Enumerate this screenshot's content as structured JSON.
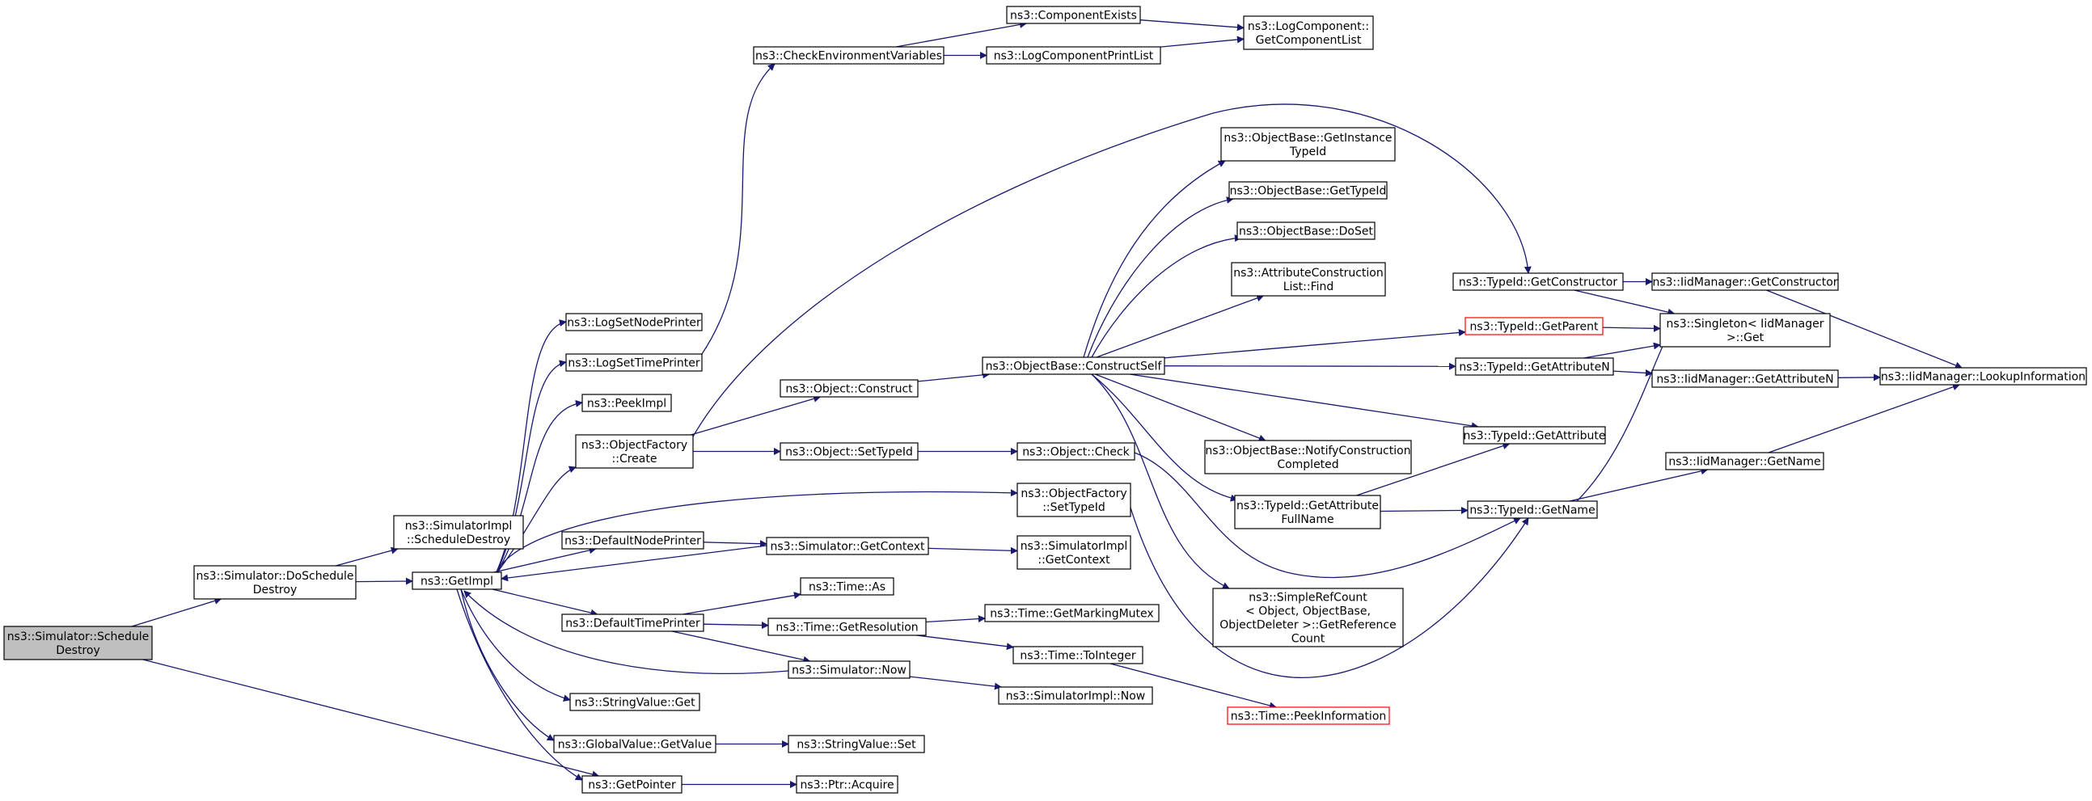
{
  "colors": {
    "edge": "#191970",
    "node_border": "#000000",
    "root_fill": "#bfbfbf",
    "warn_border": "#ff0000"
  },
  "nodes": {
    "schedule_destroy": [
      "ns3::Simulator::Schedule",
      "Destroy"
    ],
    "do_schedule_destroy": [
      "ns3::Simulator::DoSchedule",
      "Destroy"
    ],
    "simimpl_schedule_destroy": [
      "ns3::SimulatorImpl",
      "::ScheduleDestroy"
    ],
    "get_impl": [
      "ns3::GetImpl"
    ],
    "get_pointer": [
      "ns3::GetPointer"
    ],
    "ptr_acquire": [
      "ns3::Ptr::Acquire"
    ],
    "log_set_node_printer": [
      "ns3::LogSetNodePrinter"
    ],
    "log_set_time_printer": [
      "ns3::LogSetTimePrinter"
    ],
    "peek_impl": [
      "ns3::PeekImpl"
    ],
    "object_factory_create": [
      "ns3::ObjectFactory",
      "::Create"
    ],
    "default_node_printer": [
      "ns3::DefaultNodePrinter"
    ],
    "default_time_printer": [
      "ns3::DefaultTimePrinter"
    ],
    "stringvalue_get": [
      "ns3::StringValue::Get"
    ],
    "globalvalue_getvalue": [
      "ns3::GlobalValue::GetValue"
    ],
    "stringvalue_set": [
      "ns3::StringValue::Set"
    ],
    "check_env_vars": [
      "ns3::CheckEnvironmentVariables"
    ],
    "component_exists": [
      "ns3::ComponentExists"
    ],
    "log_component_print_list": [
      "ns3::LogComponentPrintList"
    ],
    "log_component_get_list": [
      "ns3::LogComponent::",
      "GetComponentList"
    ],
    "object_construct": [
      "ns3::Object::Construct"
    ],
    "object_set_type_id": [
      "ns3::Object::SetTypeId"
    ],
    "simulator_get_context": [
      "ns3::Simulator::GetContext"
    ],
    "time_as": [
      "ns3::Time::As"
    ],
    "time_get_resolution": [
      "ns3::Time::GetResolution"
    ],
    "simulator_now": [
      "ns3::Simulator::Now"
    ],
    "objectbase_construct_self": [
      "ns3::ObjectBase::ConstructSelf"
    ],
    "object_check": [
      "ns3::Object::Check"
    ],
    "object_factory_set_type_id": [
      "ns3::ObjectFactory",
      "::SetTypeId"
    ],
    "simimpl_get_context": [
      "ns3::SimulatorImpl",
      "::GetContext"
    ],
    "time_get_marking_mutex": [
      "ns3::Time::GetMarkingMutex"
    ],
    "time_to_integer": [
      "ns3::Time::ToInteger"
    ],
    "simimpl_now": [
      "ns3::SimulatorImpl::Now"
    ],
    "objectbase_get_instance_type_id": [
      "ns3::ObjectBase::GetInstance",
      "TypeId"
    ],
    "objectbase_get_type_id": [
      "ns3::ObjectBase::GetTypeId"
    ],
    "objectbase_do_set": [
      "ns3::ObjectBase::DoSet"
    ],
    "attr_construction_list_find": [
      "ns3::AttributeConstruction",
      "List::Find"
    ],
    "objectbase_notify_construction_completed": [
      "ns3::ObjectBase::NotifyConstruction",
      "Completed"
    ],
    "typeid_get_attribute_full_name": [
      "ns3::TypeId::GetAttribute",
      "FullName"
    ],
    "simple_ref_count_get_reference_count": [
      "ns3::SimpleRefCount",
      "< Object, ObjectBase,",
      "ObjectDeleter >::GetReference",
      "Count"
    ],
    "time_peek_information": [
      "ns3::Time::PeekInformation"
    ],
    "typeid_get_constructor": [
      "ns3::TypeId::GetConstructor"
    ],
    "typeid_get_parent": [
      "ns3::TypeId::GetParent"
    ],
    "typeid_get_attribute_n": [
      "ns3::TypeId::GetAttributeN"
    ],
    "typeid_get_attribute": [
      "ns3::TypeId::GetAttribute"
    ],
    "typeid_get_name": [
      "ns3::TypeId::GetName"
    ],
    "iid_manager_get_constructor": [
      "ns3::IidManager::GetConstructor"
    ],
    "singleton_iid_manager_get": [
      "ns3::Singleton< IidManager",
      ">::Get"
    ],
    "iid_manager_get_attribute_n": [
      "ns3::IidManager::GetAttributeN"
    ],
    "iid_manager_get_name": [
      "ns3::IidManager::GetName"
    ],
    "iid_manager_lookup_information": [
      "ns3::IidManager::LookupInformation"
    ]
  }
}
